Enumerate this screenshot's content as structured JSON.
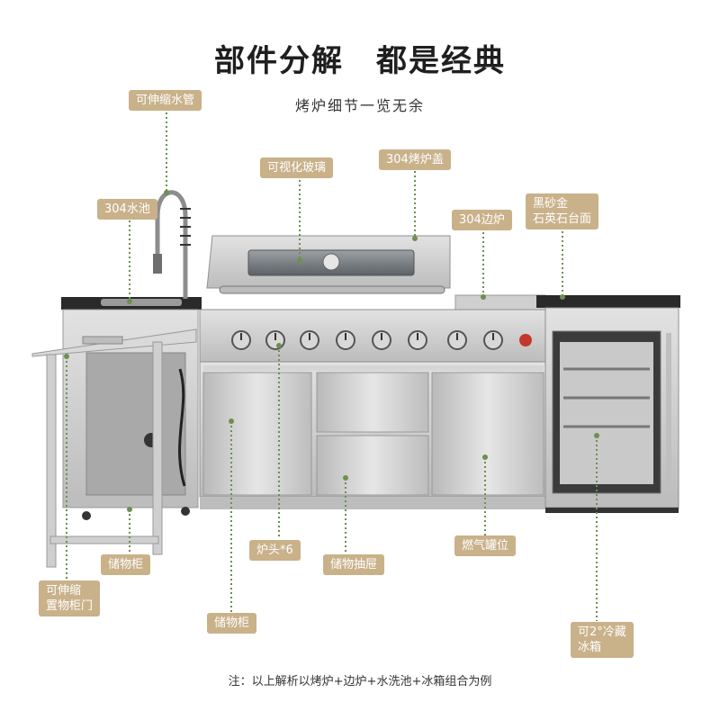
{
  "header": {
    "title": "部件分解　都是经典",
    "subtitle": "烤炉细节一览无余"
  },
  "labels": {
    "hose": "可伸缩水管",
    "sink": "304水池",
    "glass": "可视化玻璃",
    "lid": "304烤炉盖",
    "side_burner": "304边炉",
    "countertop_line1": "黑砂金",
    "countertop_line2": "石英石台面",
    "burners": "炉头*6",
    "storage_drawer": "储物抽屉",
    "gas_tank": "燃气罐位",
    "cabinet_small": "储物柜",
    "door_line1": "可伸缩",
    "door_line2": "置物柜门",
    "cabinet_main": "储物柜",
    "fridge_line1": "可2°冷藏",
    "fridge_line2": "冰箱"
  },
  "footer": {
    "note": "注：以上解析以烤炉+边炉+水洗池+冰箱组合为例"
  },
  "colors": {
    "label_bg": "#c9b18a",
    "leader_dot": "#6e8f4f",
    "steel": "#c8c8c8",
    "countertop": "#2a2a2a",
    "knob_accent": "#c0392b"
  }
}
